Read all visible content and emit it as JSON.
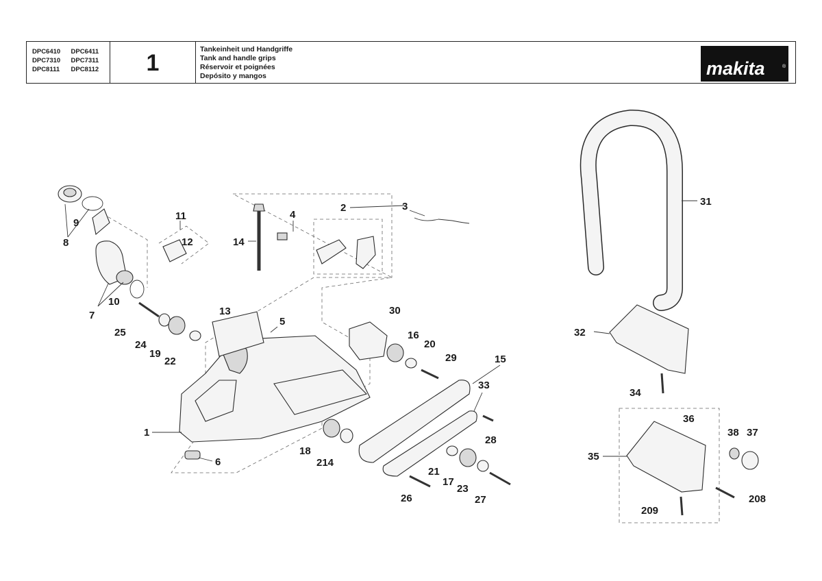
{
  "header": {
    "models": [
      [
        "DPC6410",
        "DPC6411"
      ],
      [
        "DPC7310",
        "DPC7311"
      ],
      [
        "DPC8111",
        "DPC8112"
      ]
    ],
    "page_number": "1",
    "titles": [
      "Tankeinheit und Handgriffe",
      "Tank and handle grips",
      "Réservoir et poignées",
      "Depósito y mangos"
    ],
    "brand": "makita",
    "brand_mark": "®"
  },
  "labels": [
    "1",
    "2",
    "3",
    "4",
    "5",
    "6",
    "7",
    "8",
    "9",
    "10",
    "11",
    "12",
    "13",
    "14",
    "15",
    "16",
    "17",
    "18",
    "19",
    "20",
    "21",
    "22",
    "23",
    "24",
    "25",
    "26",
    "27",
    "28",
    "29",
    "30",
    "31",
    "32",
    "33",
    "34",
    "35",
    "36",
    "37",
    "38",
    "208",
    "209",
    "214"
  ]
}
